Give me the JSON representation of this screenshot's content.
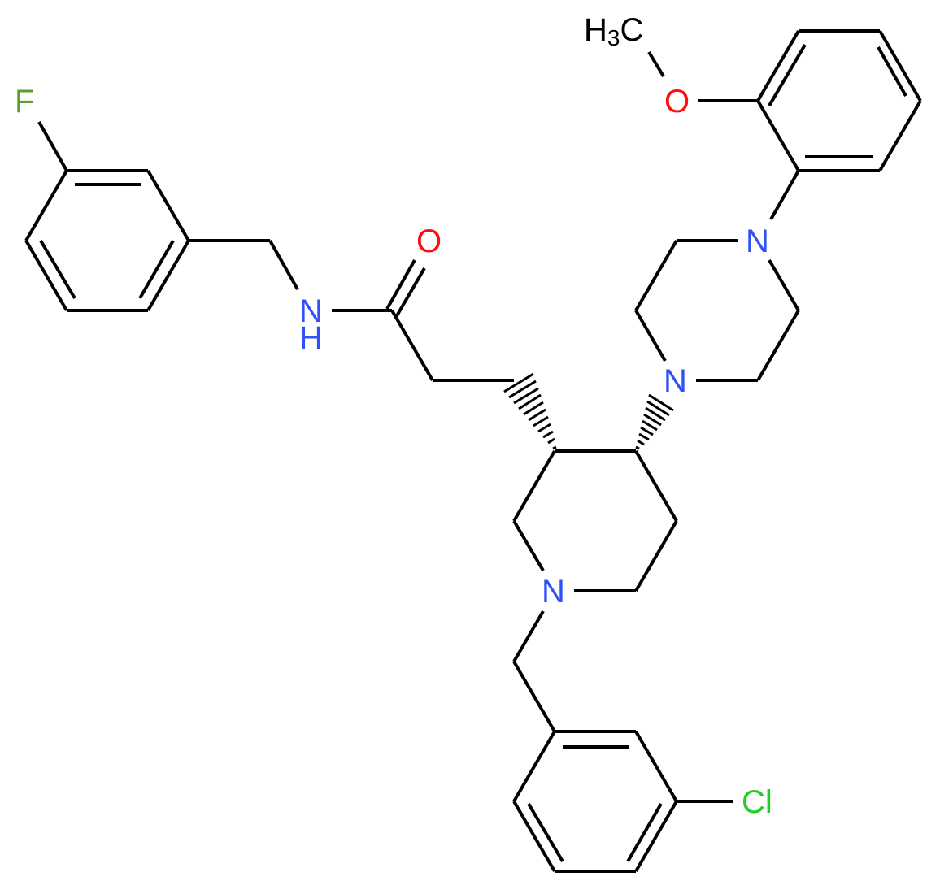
{
  "diagram": {
    "type": "chemical-structure",
    "colors": {
      "bond": "#000000",
      "nitrogen": "#3050F8",
      "oxygen": "#FF0D0D",
      "fluorine": "#5E9E2E",
      "chlorine": "#1FD01F",
      "carbon_label": "#000000"
    },
    "labels": {
      "methyl_h": "H",
      "methyl_sub": "3",
      "methyl_c": "C",
      "ether_o": "O",
      "fluorine": "F",
      "carbonyl_o": "O",
      "amide_n": "N",
      "amide_h": "H",
      "piperazine_n_top": "N",
      "piperazine_n_bottom": "N",
      "piperidine_n": "N",
      "chlorine": "Cl"
    }
  }
}
